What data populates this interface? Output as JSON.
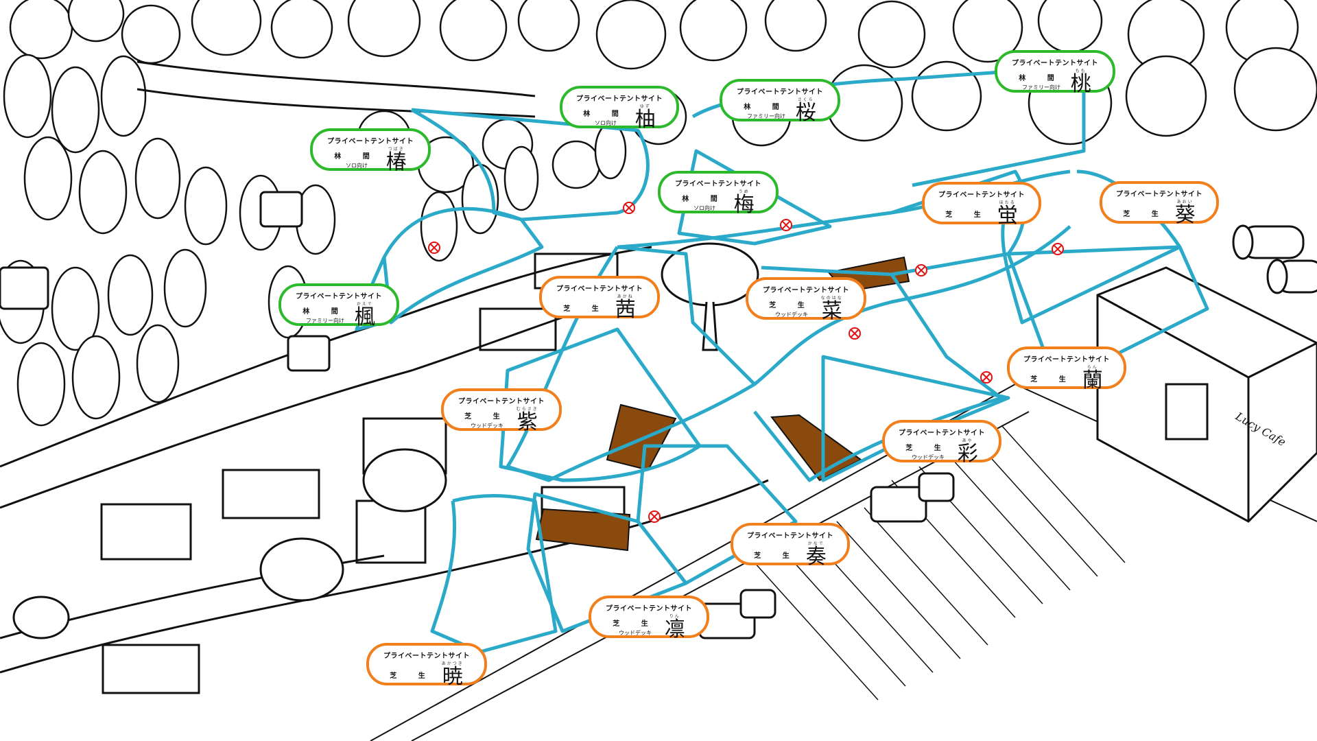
{
  "colors": {
    "zone_outline": "#2aaac8",
    "forest_label_border": "#2cba2c",
    "lawn_label_border": "#f07f1c",
    "wood_deck": "#8a4a0e",
    "no_entry_mark": "#e11111"
  },
  "site_header": "プライベートテントサイト",
  "sites": [
    {
      "id": "tsubaki",
      "kanji": "椿",
      "ruby": "つばき",
      "ground": "林 間",
      "target": "ソロ向け",
      "type": "forest"
    },
    {
      "id": "yuzu",
      "kanji": "柚",
      "ruby": "ゆず",
      "ground": "林 間",
      "target": "ソロ向け",
      "type": "forest"
    },
    {
      "id": "sakura",
      "kanji": "桜",
      "ruby": "さくら",
      "ground": "林 間",
      "target": "ファミリー向け",
      "type": "forest"
    },
    {
      "id": "momo",
      "kanji": "桃",
      "ruby": "もも",
      "ground": "林 間",
      "target": "ファミリー向け",
      "type": "forest"
    },
    {
      "id": "ume",
      "kanji": "梅",
      "ruby": "うめ",
      "ground": "林 間",
      "target": "ソロ向け",
      "type": "forest"
    },
    {
      "id": "kaede",
      "kanji": "楓",
      "ruby": "かえで",
      "ground": "林 間",
      "target": "ファミリー向け",
      "type": "forest"
    },
    {
      "id": "hotaru",
      "kanji": "蛍",
      "ruby": "ほたる",
      "ground": "芝 生",
      "target": "",
      "type": "lawn"
    },
    {
      "id": "aoi",
      "kanji": "葵",
      "ruby": "あおい",
      "ground": "芝 生",
      "target": "",
      "type": "lawn"
    },
    {
      "id": "akane",
      "kanji": "茜",
      "ruby": "あかね",
      "ground": "芝 生",
      "target": "",
      "type": "lawn"
    },
    {
      "id": "nanohana",
      "kanji": "菜",
      "ruby": "なのはな",
      "ground": "芝 生",
      "target": "ウッドデッキ",
      "type": "lawn"
    },
    {
      "id": "murasaki",
      "kanji": "紫",
      "ruby": "むらさき",
      "ground": "芝 生",
      "target": "ウッドデッキ",
      "type": "lawn"
    },
    {
      "id": "ran",
      "kanji": "蘭",
      "ruby": "らん",
      "ground": "芝 生",
      "target": "",
      "type": "lawn"
    },
    {
      "id": "aya",
      "kanji": "彩",
      "ruby": "あや",
      "ground": "芝 生",
      "target": "ウッドデッキ",
      "type": "lawn"
    },
    {
      "id": "kanade",
      "kanji": "奏",
      "ruby": "かなで",
      "ground": "芝 生",
      "target": "",
      "type": "lawn"
    },
    {
      "id": "rin",
      "kanji": "凛",
      "ruby": "りん",
      "ground": "芝 生",
      "target": "ウッドデッキ",
      "type": "lawn"
    },
    {
      "id": "akatsuki",
      "kanji": "暁",
      "ruby": "あかつき",
      "ground": "芝 生",
      "target": "",
      "type": "lawn"
    }
  ],
  "building_sign": "Lucy Cafe",
  "icons": [
    "no-entry-icon",
    "tree-icon",
    "tent-icon",
    "car-icon",
    "barrel-sauna-icon",
    "building-icon"
  ]
}
